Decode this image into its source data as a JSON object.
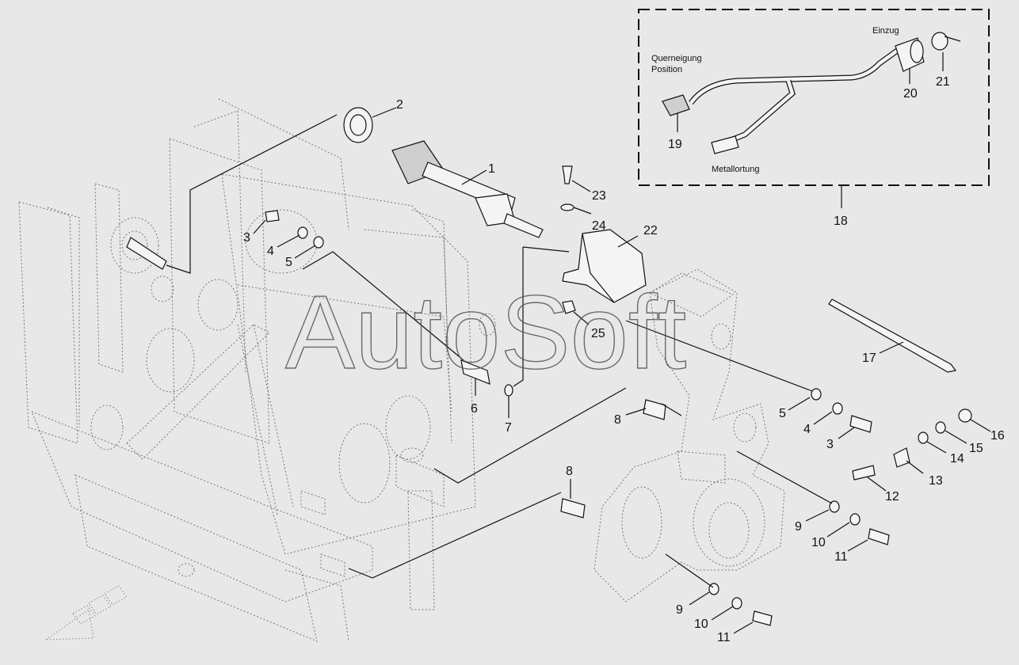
{
  "watermark": "AutoSoft",
  "callouts": {
    "c1": "1",
    "c2": "2",
    "c3a": "3",
    "c4a": "4",
    "c5a": "5",
    "c6": "6",
    "c7": "7",
    "c8a": "8",
    "c8b": "8",
    "c5b": "5",
    "c4b": "4",
    "c3b": "3",
    "c9a": "9",
    "c10a": "10",
    "c11a": "11",
    "c9b": "9",
    "c10b": "10",
    "c11b": "11",
    "c12": "12",
    "c13": "13",
    "c14": "14",
    "c15": "15",
    "c16": "16",
    "c17": "17",
    "c18": "18",
    "c19": "19",
    "c20": "20",
    "c21": "21",
    "c22": "22",
    "c23": "23",
    "c24": "24",
    "c25": "25"
  },
  "harness_labels": {
    "einzug": "Einzug",
    "querneigung_line1": "Querneigung",
    "querneigung_line2": "Position",
    "metallortung": "Metallortung"
  }
}
